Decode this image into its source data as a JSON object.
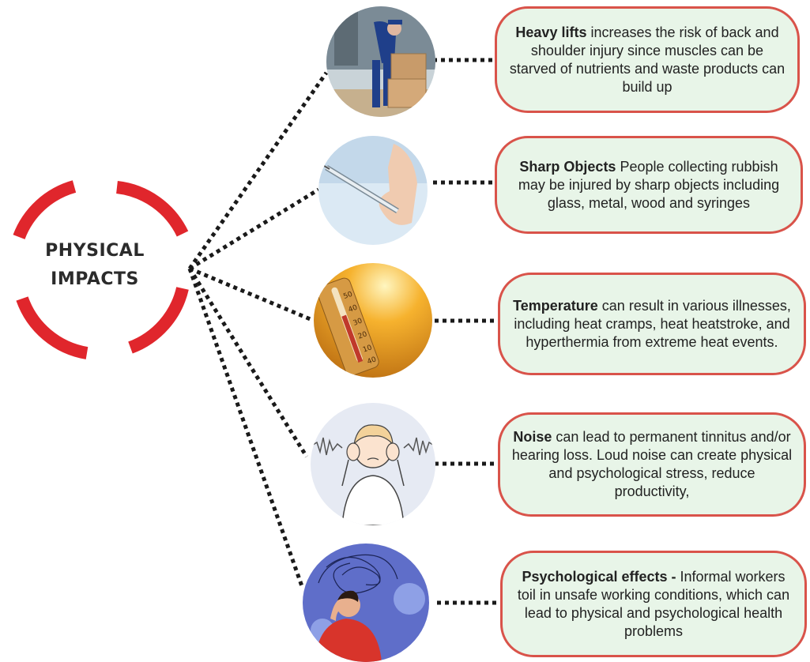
{
  "hub": {
    "line1": "PHYSICAL",
    "line2": "IMPACTS"
  },
  "items": [
    {
      "bold": "Heavy lifts",
      "text": " increases the risk of back and shoulder injury since muscles can be starved of nutrients and waste products can build up",
      "icon": "heavy-lift-worker-icon"
    },
    {
      "bold": "Sharp Objects",
      "text": " People collecting rubbish may be injured by sharp objects including glass, metal, wood and syringes",
      "icon": "syringe-hand-icon"
    },
    {
      "bold": "Temperature",
      "text": " can result in various illnesses, including heat cramps, heat heatstroke, and hyperthermia from extreme heat events.",
      "icon": "thermometer-icon"
    },
    {
      "bold": "Noise",
      "text": " can lead to permanent tinnitus and/or hearing loss. Loud noise can create physical and psychological stress, reduce productivity,",
      "icon": "covering-ears-person-icon"
    },
    {
      "bold": "Psychological effects -",
      "text": " Informal workers toil in unsafe working conditions, which can lead to physical and psychological health problems",
      "icon": "stressed-person-icon"
    }
  ],
  "thermometer_labels": [
    "50",
    "40",
    "30",
    "20",
    "10",
    "40"
  ],
  "colors": {
    "ring": "#e0262c",
    "card_border": "#d9534a",
    "card_fill": "#e8f5e8",
    "connector": "#1a1a1a"
  }
}
